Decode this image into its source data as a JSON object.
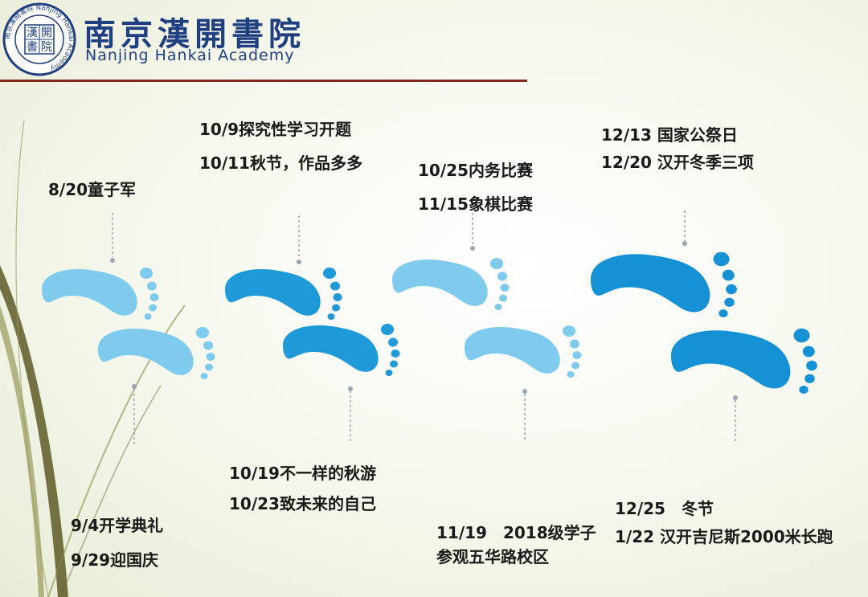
{
  "header": {
    "title_cn": "南京漢開書院",
    "title_en": "Nanjing Hankai Academy",
    "seal": {
      "ring_text": "南京漢開書院 Nanjing Hankai Academy",
      "center_chars": [
        "漢",
        "開",
        "書",
        "院"
      ]
    }
  },
  "events": [
    {
      "id": "e1",
      "text": "8/20童子军"
    },
    {
      "id": "e2",
      "text": "10/9探究性学习开题"
    },
    {
      "id": "e3",
      "text": "10/11秋节，作品多多"
    },
    {
      "id": "e4",
      "text": "10/25内务比赛"
    },
    {
      "id": "e5",
      "text": "11/15象棋比赛"
    },
    {
      "id": "e6",
      "text": "12/13 国家公祭日"
    },
    {
      "id": "e7",
      "text": "12/20 汉开冬季三项"
    },
    {
      "id": "e8",
      "text": "10/19不一样的秋游"
    },
    {
      "id": "e9",
      "text": "10/23致未来的自己"
    },
    {
      "id": "e10",
      "text": "9/4开学典礼"
    },
    {
      "id": "e11",
      "text": "9/29迎国庆"
    },
    {
      "id": "e12",
      "text": "11/19　2018级学子参观五华路校区"
    },
    {
      "id": "e13",
      "text": "12/25　冬节"
    },
    {
      "id": "e14",
      "text": "1/22 汉开吉尼斯2000米长跑"
    }
  ],
  "colors": {
    "title": "#1f3f80",
    "rule": "#7b2b22",
    "foot_light": "#7ecbee",
    "foot_mid": "#34a9e0",
    "foot_dark": "#1592d6",
    "connector": "#9aa6b2",
    "swoosh": "#6b6a2e"
  },
  "icons": {
    "footprint": "footprint-icon",
    "seal": "academy-seal-icon"
  }
}
